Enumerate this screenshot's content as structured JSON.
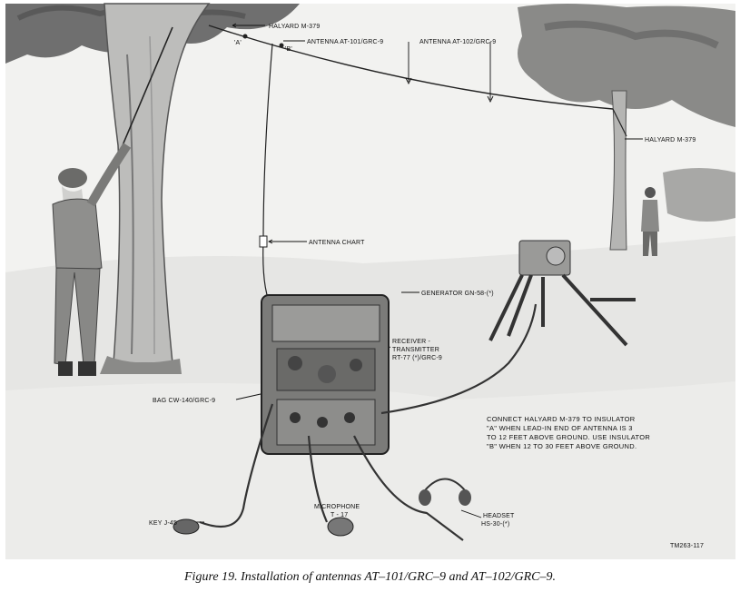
{
  "labels": {
    "halyard_left": "HALYARD  M-379",
    "insulator_a": "'A'",
    "insulator_b": "'B'",
    "antenna_101": "ANTENNA  AT-101/GRC-9",
    "antenna_102": "ANTENNA  AT-102/GRC-9",
    "halyard_right": "HALYARD  M-379",
    "antenna_chart": "ANTENNA  CHART",
    "generator": "GENERATOR  GN-58-(*)",
    "receiver_line1": "RECEIVER -",
    "receiver_line2": "TRANSMITTER",
    "receiver_line3": "RT-77 (*)/GRC-9",
    "bag": "BAG  CW-140/GRC-9",
    "note_line1": "CONNECT  HALYARD  M-379  TO  INSULATOR",
    "note_line2": "\"A\"  WHEN  LEAD-IN  END  OF  ANTENNA  IS  3",
    "note_line3": "TO  12  FEET  ABOVE  GROUND. USE  INSULATOR",
    "note_line4": "\"B\"  WHEN  12  TO  30  FEET  ABOVE  GROUND.",
    "key": "KEY  J-45",
    "microphone_line1": "MICROPHONE",
    "microphone_line2": "T - 17",
    "headset_line1": "HEADSET",
    "headset_line2": "HS-30-(*)",
    "plate_id": "TM263-117"
  },
  "caption": "Figure 19. Installation of antennas AT–101/GRC–9 and AT–102/GRC–9."
}
